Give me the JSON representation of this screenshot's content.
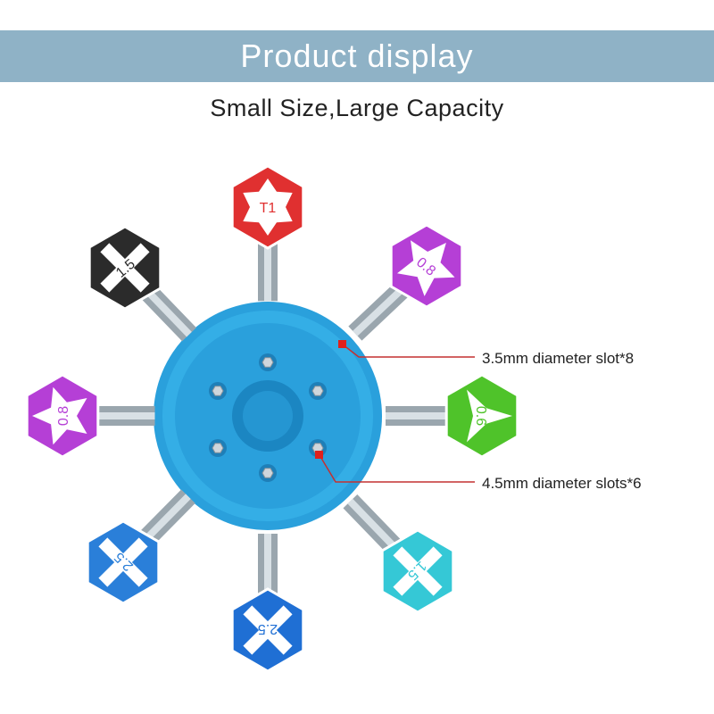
{
  "banner": {
    "title": "Product display",
    "color": "#8fb2c6"
  },
  "subtitle": "Small Size,Large Capacity",
  "hub": {
    "color": "#2ea6e0",
    "dark": "#1b86c2"
  },
  "callouts": [
    {
      "text": "3.5mm diameter slot*8",
      "marker_color": "#e0201c"
    },
    {
      "text": "4.5mm diameter slots*6",
      "marker_color": "#e0201c"
    }
  ],
  "bits": [
    {
      "label": "T1",
      "shape": "torx",
      "color": "#e03030"
    },
    {
      "label": "0.8",
      "shape": "pentalobe",
      "color": "#b53fd6"
    },
    {
      "label": "0.6",
      "shape": "tri-wing",
      "color": "#4fc32a"
    },
    {
      "label": "1.5",
      "shape": "phillips",
      "color": "#35c8d6"
    },
    {
      "label": "2.5",
      "shape": "phillips",
      "color": "#1f6fd4"
    },
    {
      "label": "2.5",
      "shape": "phillips",
      "color": "#2a7fd9"
    },
    {
      "label": "0.8",
      "shape": "pentalobe",
      "color": "#b53fd6"
    },
    {
      "label": "1.5",
      "shape": "phillips",
      "color": "#2b2b2b"
    }
  ]
}
